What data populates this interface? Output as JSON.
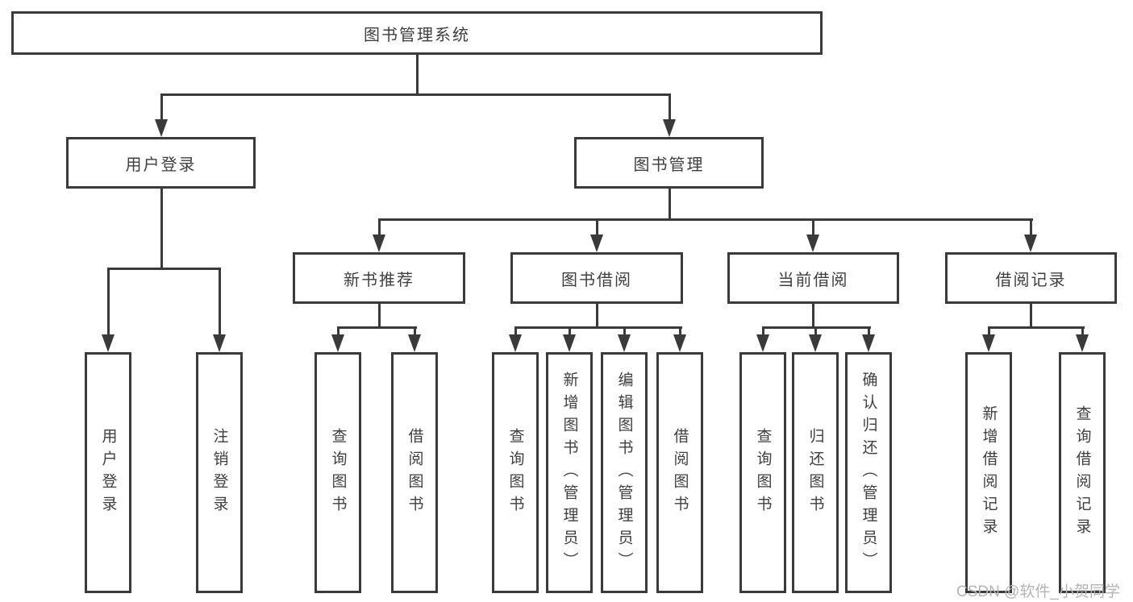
{
  "diagram": {
    "root": {
      "label": "图书管理系统"
    },
    "branches": [
      {
        "label": "用户登录",
        "children": [
          "用户登录",
          "注销登录"
        ]
      },
      {
        "label": "图书管理",
        "children": [
          {
            "label": "新书推荐",
            "children": [
              "查询图书",
              "借阅图书"
            ]
          },
          {
            "label": "图书借阅",
            "children": [
              "查询图书",
              "新增图书（管理员）",
              "编辑图书（管理员）",
              "借阅图书"
            ]
          },
          {
            "label": "当前借阅",
            "children": [
              "查询图书",
              "归还图书",
              "确认归还（管理员）"
            ]
          },
          {
            "label": "借阅记录",
            "children": [
              "新增借阅记录",
              "查询借阅记录"
            ]
          }
        ]
      }
    ]
  },
  "watermark": {
    "text": "CSDN @软件_小贺同学"
  },
  "colors": {
    "line": "#3a3a3a",
    "text": "#3f3f3f",
    "watermark": "#b4b4b4",
    "background": "#ffffff"
  }
}
